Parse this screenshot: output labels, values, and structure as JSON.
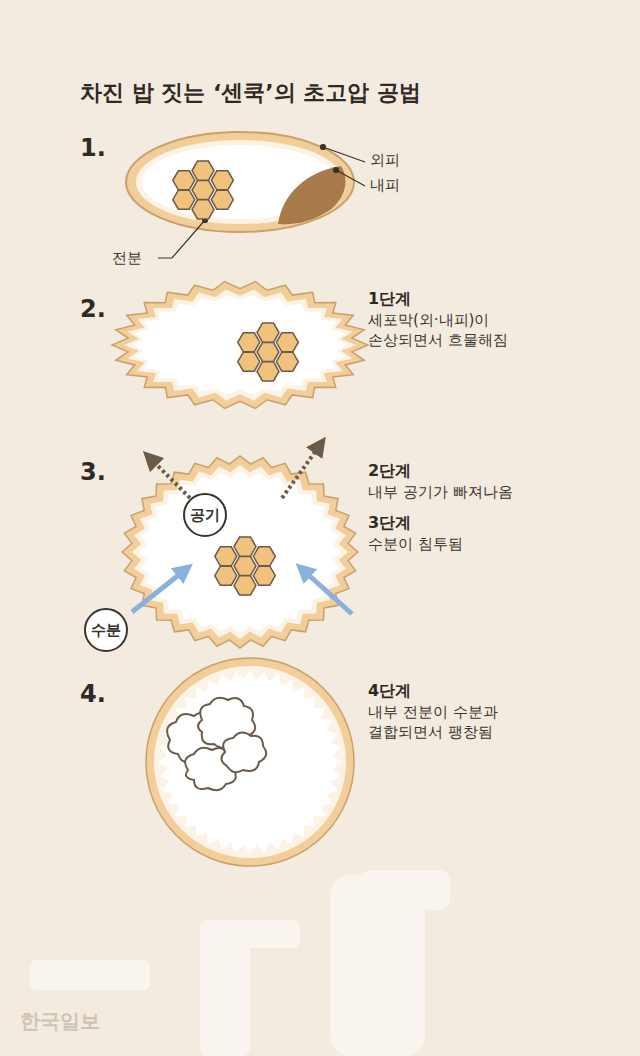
{
  "diagram": {
    "title": "차진 밥 짓는 ‘센쿡’의 초고압 공법",
    "nodes": [
      {
        "text": [
          "공기"
        ]
      },
      {
        "text": [
          "수분"
        ]
      }
    ],
    "labels": [
      "1.",
      "외피",
      "내피",
      "전분",
      "2.",
      "1단계",
      "세포막(외·내피)이 손상되면서 흐물해짐",
      "3.",
      "2단계",
      "내부 공기가 빠져나옴",
      "3단계",
      "수분이 침투됨",
      "4.",
      "4단계",
      "내부 전분이 수분과 결합되면서 팽창됨",
      "한국일보"
    ]
  }
}
